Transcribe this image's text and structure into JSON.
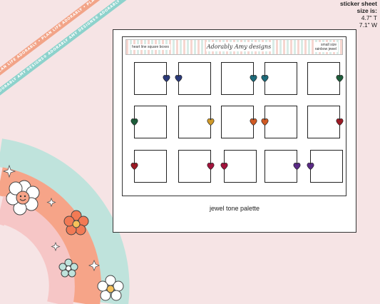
{
  "ribbons": {
    "top": "PLAN LIFE ADORABLY • PLAN LIFE ADORABLY • PLAN LIFE ADORABLY •",
    "bottom": "ADORABLY AMY DESIGNS® ADORABLY AMY DESIGNS® ADORABLY AMY DESIGNS®"
  },
  "spec": {
    "line1": "sticker sheet",
    "line2": "size is:",
    "height": "4.7\" T",
    "width": "7.1\" W"
  },
  "sheet": {
    "header_left": "heart line square boxes",
    "logo_text": "Adorably Amy designs",
    "header_right_1": "small size",
    "header_right_2": "rainbow jewel",
    "caption": "jewel tone palette"
  },
  "colors": {
    "background": "#f6e4e5",
    "navy": "#2b3a7a",
    "teal": "#1c6b7a",
    "green": "#1d5d3a",
    "mustard": "#d09a2a",
    "orange": "#d05a24",
    "red": "#9c1a24",
    "crimson": "#a3133c",
    "purple": "#5a2a86"
  },
  "stickers": [
    {
      "heart": "navy",
      "side": "right"
    },
    {
      "heart": "navy",
      "side": "left"
    },
    {
      "heart": "teal",
      "side": "right"
    },
    {
      "heart": "teal",
      "side": "left"
    },
    {
      "heart": "green",
      "side": "right"
    },
    {
      "heart": "green",
      "side": "left"
    },
    {
      "heart": "mustard",
      "side": "right"
    },
    {
      "heart": "orange",
      "side": "right"
    },
    {
      "heart": "orange",
      "side": "left"
    },
    {
      "heart": "red",
      "side": "right"
    },
    {
      "heart": "red",
      "side": "left"
    },
    {
      "heart": "crimson",
      "side": "right"
    },
    {
      "heart": "crimson",
      "side": "left"
    },
    {
      "heart": "purple",
      "side": "right"
    },
    {
      "heart": "purple",
      "side": "left"
    }
  ]
}
